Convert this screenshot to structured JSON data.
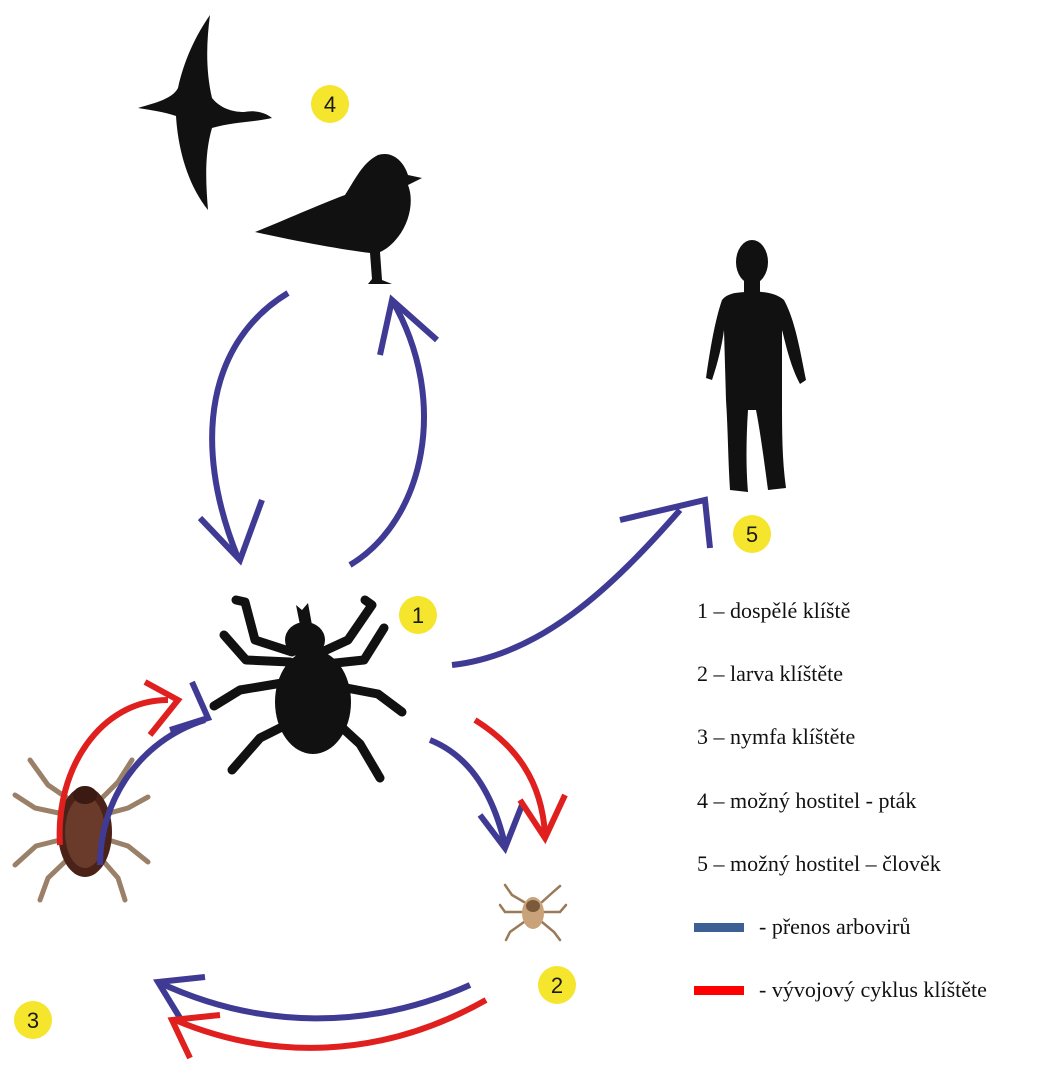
{
  "colors": {
    "transmission": "#3f3a94",
    "cycle": "#e0201e",
    "badge": "#f5e52d",
    "silhouette": "#111111",
    "legend_blue": "#3c5f94",
    "legend_red": "#ff0000"
  },
  "badges": {
    "adult": "1",
    "larva": "2",
    "nymph": "3",
    "bird": "4",
    "human": "5"
  },
  "legend": {
    "items": [
      "1 – dospělé klíště",
      "2 – larva klíštěte",
      "3 – nymfa klíštěte",
      "4 – možný hostitel - pták",
      "5 – možný hostitel – člověk"
    ],
    "transmission_label": "- přenos arbovirů",
    "cycle_label": "- vývojový cyklus klíštěte"
  },
  "icons": [
    "flying-bird-icon",
    "standing-gull-icon",
    "human-silhouette-icon",
    "adult-tick-icon",
    "larva-tick-icon",
    "nymph-tick-icon"
  ]
}
